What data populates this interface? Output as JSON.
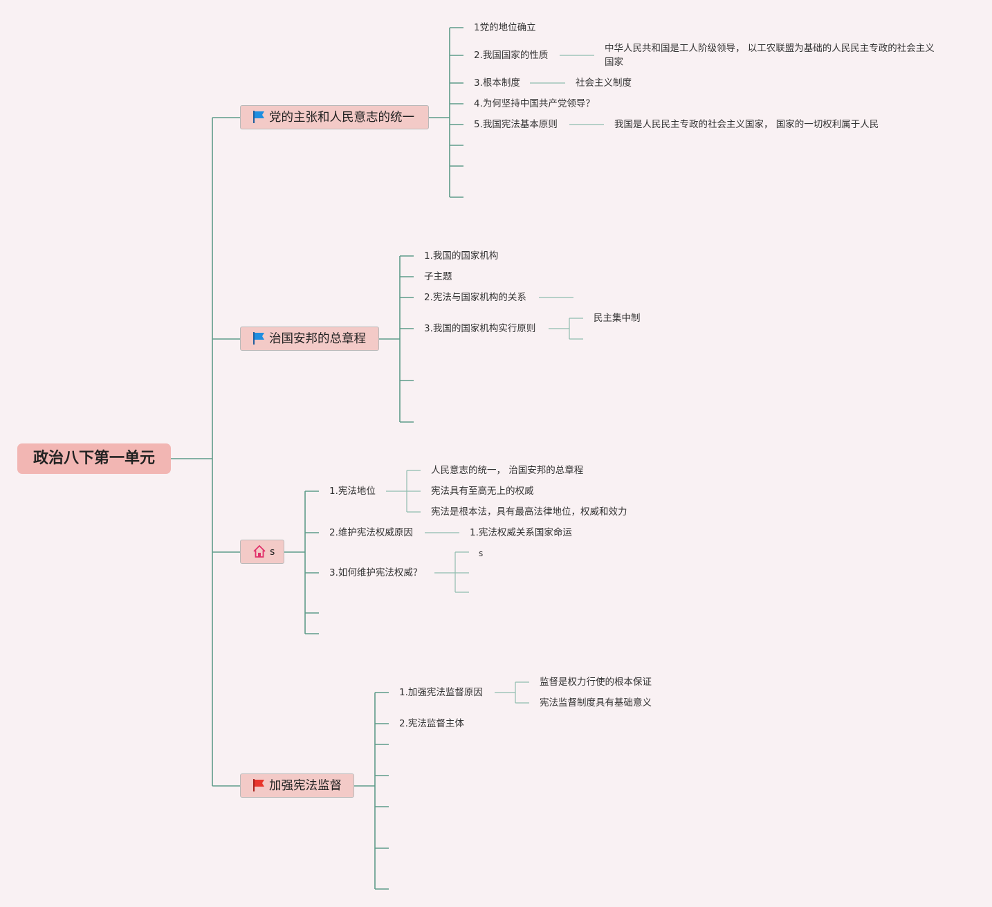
{
  "root": "政治八下第一单元",
  "branch1": {
    "label": "党的主张和人民意志的统一",
    "icon": "blue-flag-icon",
    "items": [
      "1党的地位确立",
      "2.我国国家的性质",
      "3.根本制度",
      "4.为何坚持中国共产党领导？",
      "5.我国宪法基本原则"
    ],
    "details": {
      "nature_line1": "中华人民共和国是工人阶级领导， 以工农联盟为基础的人民民主专政的社会主义",
      "nature_line2": "国家",
      "system": "社会主义制度",
      "principle": "我国是人民民主专政的社会主义国家， 国家的一切权利属于人民"
    }
  },
  "branch2": {
    "label": "治国安邦的总章程",
    "icon": "blue-flag-icon",
    "items": [
      "1.我国的国家机构",
      "子主题",
      "2.宪法与国家机构的关系",
      "3.我国的国家机构实行原则"
    ],
    "details": {
      "principle": "民主集中制"
    }
  },
  "branch3": {
    "label": "s",
    "icon": "home-icon",
    "items": [
      "1.宪法地位",
      "2.维护宪法权威原因",
      "3.如何维护宪法权威？"
    ],
    "details": {
      "status": [
        "人民意志的统一， 治国安邦的总章程",
        "宪法具有至高无上的权威",
        "宪法是根本法，具有最高法律地位，权威和效力"
      ],
      "reason": "1.宪法权威关系国家命运",
      "how": "s"
    }
  },
  "branch4": {
    "label": "加强宪法监督",
    "icon": "red-flag-icon",
    "items": [
      "1.加强宪法监督原因",
      "2.宪法监督主体"
    ],
    "details": {
      "reasons": [
        "监督是权力行使的根本保证",
        "宪法监督制度具有基础意义"
      ]
    }
  },
  "colors": {
    "background": "#f9f1f3",
    "root_fill": "#f2b6b3",
    "topic_fill": "#f3cac7",
    "connector": "#5e9c89",
    "blue_flag": "#1f8ee0",
    "red_flag": "#e8362c"
  }
}
